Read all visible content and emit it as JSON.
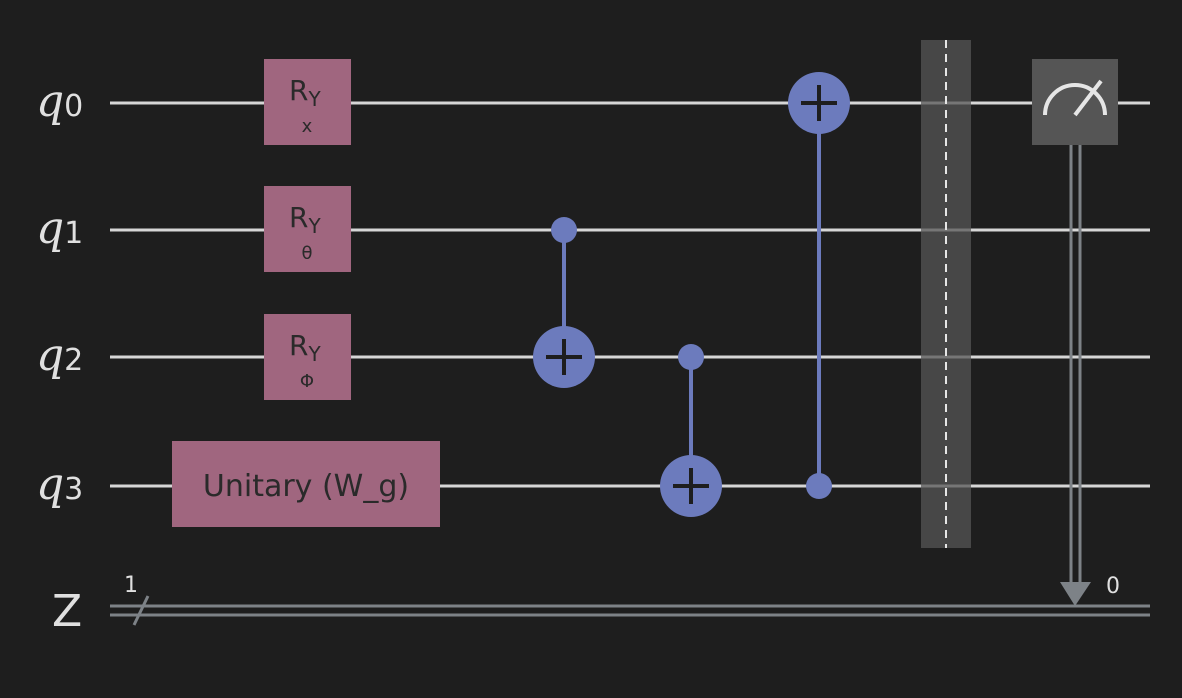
{
  "colors": {
    "background": "#1e1e1e",
    "wire": "#d6d6d6",
    "classical_wire": "#7d8287",
    "rotation_gate": "#a0667f",
    "controlled_gate": "#6c7bbd",
    "barrier": "#444444",
    "measure_box": "#555555",
    "text_light": "#e0e0e0",
    "text_dark": "#2a2a2a"
  },
  "qubits": [
    {
      "name": "q",
      "index": "0"
    },
    {
      "name": "q",
      "index": "1"
    },
    {
      "name": "q",
      "index": "2"
    },
    {
      "name": "q",
      "index": "3"
    }
  ],
  "classical_register": {
    "name": "Z",
    "size": "1",
    "measure_bit": "0"
  },
  "gates": {
    "ry_q0": {
      "label": "R",
      "sub": "Y",
      "param": "x"
    },
    "ry_q1": {
      "label": "R",
      "sub": "Y",
      "param": "θ"
    },
    "ry_q2": {
      "label": "R",
      "sub": "Y",
      "param": "Φ"
    },
    "unitary_q3": {
      "label": "Unitary (W_g)"
    }
  },
  "icons": {
    "measure": "meter-icon",
    "target": "plus-icon",
    "control": "dot-icon"
  }
}
